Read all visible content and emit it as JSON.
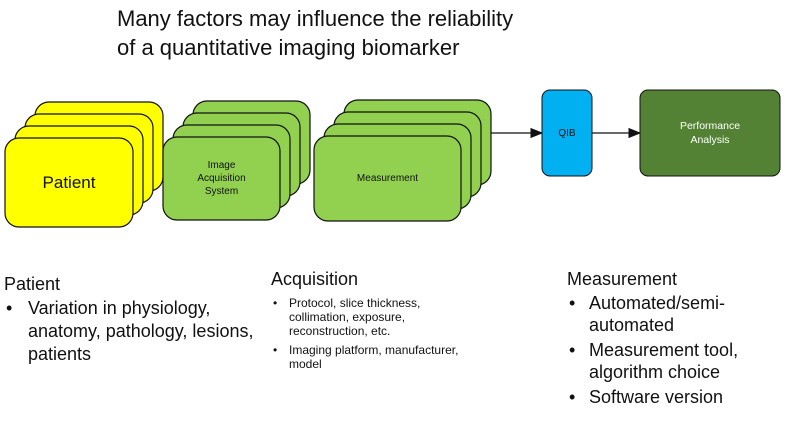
{
  "title": {
    "line1": "Many factors may influence the reliability",
    "line2": "of a quantitative imaging biomarker"
  },
  "colors": {
    "patient_fill": "#ffff00",
    "acquisition_fill": "#92d050",
    "measurement_fill": "#92d050",
    "qib_fill": "#00b0f0",
    "performance_fill": "#548235",
    "stroke": "#111111"
  },
  "nodes": {
    "patient": "Patient",
    "acquisition": "Image\nAcquisition\nSystem",
    "measurement": "Measurement",
    "qib": "QIB",
    "performance": "Performance\nAnalysis"
  },
  "columns": {
    "patient": {
      "heading": "Patient",
      "items": [
        "Variation in physiology, anatomy, pathology, lesions, patients"
      ]
    },
    "acquisition": {
      "heading": "Acquisition",
      "items": [
        "Protocol, slice thickness, collimation, exposure, reconstruction, etc.",
        "Imaging platform, manufacturer, model"
      ]
    },
    "measurement": {
      "heading": "Measurement",
      "items": [
        "Automated/semi-automated",
        "Measurement tool, algorithm choice",
        "Software version"
      ]
    }
  }
}
